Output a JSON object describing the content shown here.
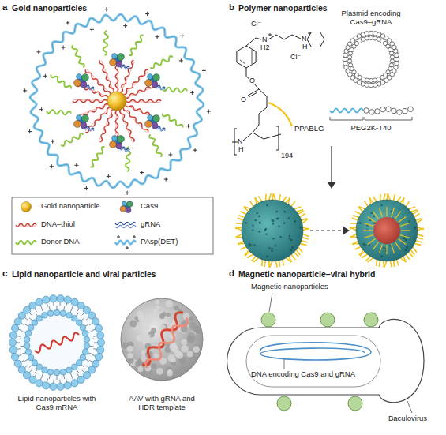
{
  "diagram": {
    "labels": [
      "a",
      "Gold nanoparticles",
      "b",
      "Polymer nanoparticles",
      "Cl⁻",
      "N",
      "H2",
      "N",
      "H",
      "Cl⁻",
      "O",
      "O",
      "N",
      "H",
      "194",
      "PPABLG",
      "Plasmid encoding Cas9–gRNA",
      "PEG2K-T40",
      "c",
      "Lipid nanoparticle and viral particles",
      "Lipid nanoparticles with Cas9 mRNA",
      "AAV with gRNA and HDR template",
      "d",
      "Magnetic nanoparticle–viral hybrid",
      "Magnetic nanoparticles",
      "DNA encoding Cas9 and gRNA",
      "Baculovirus"
    ],
    "legend": [
      {
        "text": "Gold nanoparticle"
      },
      {
        "text": "Cas9"
      },
      {
        "text": "DNA–thiol"
      },
      {
        "text": "gRNA"
      },
      {
        "text": "Donor DNA"
      },
      {
        "text": "PAsp(DET)"
      }
    ]
  }
}
